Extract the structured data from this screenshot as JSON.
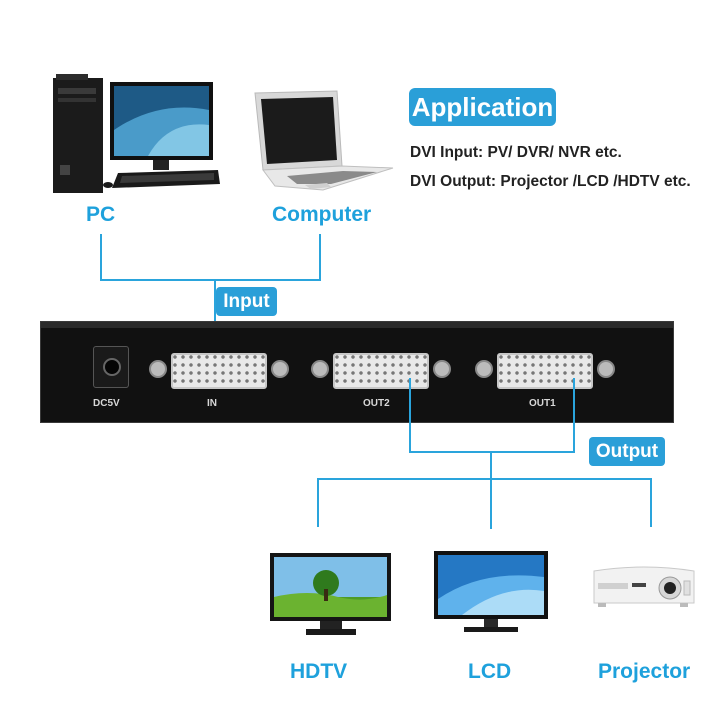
{
  "header": {
    "title": "Application",
    "lines": [
      "DVI Input: PV/ DVR/ NVR etc.",
      "DVI Output: Projector /LCD /HDTV etc."
    ]
  },
  "sources": {
    "pc": "PC",
    "computer": "Computer"
  },
  "input_label": "Input",
  "output_label": "Output",
  "device": {
    "power": "DC5V",
    "in": "IN",
    "out2": "OUT2",
    "out1": "OUT1"
  },
  "outputs": {
    "hdtv": "HDTV",
    "lcd": "LCD",
    "projector": "Projector"
  },
  "colors": {
    "accent": "#2a9fd8",
    "line": "#2aa4dc",
    "device": "#121212"
  },
  "icons": [
    "desktop-pc-icon",
    "laptop-icon",
    "hdtv-icon",
    "lcd-monitor-icon",
    "projector-icon"
  ]
}
